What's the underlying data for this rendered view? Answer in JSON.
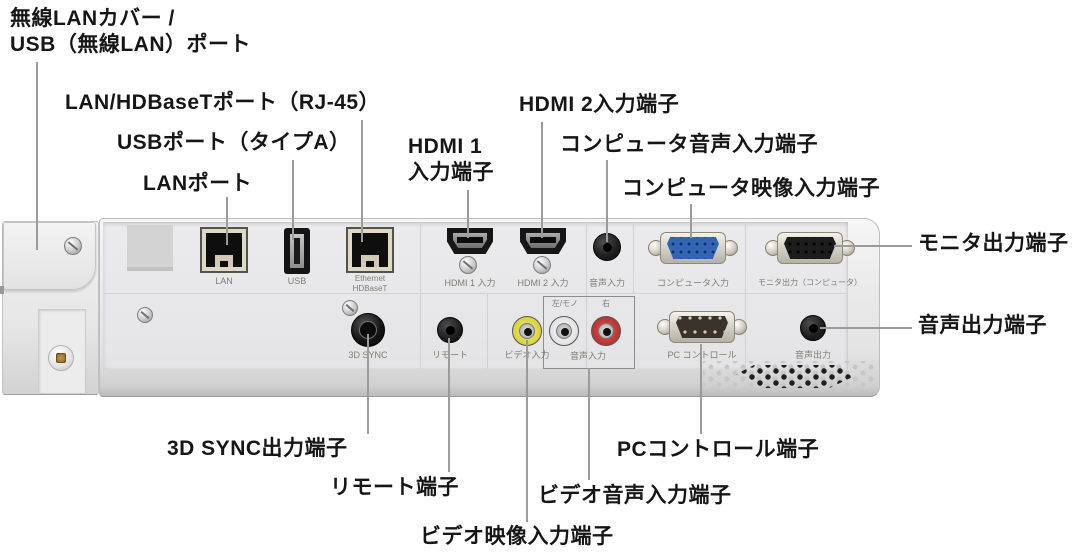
{
  "figure": {
    "type": "projector-rear-panel-connector-diagram",
    "colors": {
      "leader_line": "#9b9b9b",
      "label_text": "#161616",
      "panel_print": "#7d7d76",
      "vga_computer_in": "#3465b4",
      "vga_monitor_out": "#1c1c1c",
      "rca_video": "#cdc52e",
      "rca_audio_left": "#fdfdfd",
      "rca_audio_right": "#a82525"
    }
  },
  "callouts": {
    "wireless": "無線LANカバー /\nUSB（無線LAN）ポート",
    "hdbaset": "LAN/HDBaseTポート（RJ-45）",
    "usb": "USBポート（タイプA）",
    "lan": "LANポート",
    "hdmi1": "HDMI 1\n入力端子",
    "hdmi2": "HDMI 2入力端子",
    "computer_audio": "コンピュータ音声入力端子",
    "computer_video": "コンピュータ映像入力端子",
    "monitor_out": "モニタ出力端子",
    "audio_out": "音声出力端子",
    "sync3d": "3D SYNC出力端子",
    "remote": "リモート端子",
    "video_audio_in": "ビデオ音声入力端子",
    "pc_control": "PCコントロール端子",
    "video_in": "ビデオ映像入力端子"
  },
  "port_labels": {
    "lan": "LAN",
    "usb": "USB",
    "ethernet_hdbaset": "Ethernet\nHDBaseT",
    "sync3d": "3D SYNC",
    "hdmi1": "HDMI 1 入力",
    "hdmi2": "HDMI 2 入力",
    "audio_in": "音声入力",
    "computer_in": "コンピュータ入力",
    "monitor_out": "モニタ出力（コンピュータ）",
    "remote": "リモート",
    "video_in": "ビデオ入力",
    "audio_left_mono": "左/モノ",
    "audio_right": "右",
    "audio_lr": "音声入力",
    "pc_control": "PC コントロール",
    "audio_out": "音声出力"
  }
}
